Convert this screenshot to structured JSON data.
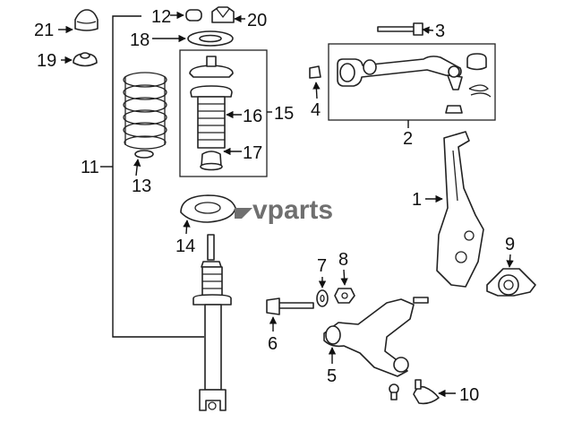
{
  "callouts": {
    "c1": "1",
    "c2": "2",
    "c3": "3",
    "c4": "4",
    "c5": "5",
    "c6": "6",
    "c7": "7",
    "c8": "8",
    "c9": "9",
    "c10": "10",
    "c11": "11",
    "c12": "12",
    "c13": "13",
    "c14": "14",
    "c15": "15",
    "c16": "16",
    "c17": "17",
    "c18": "18",
    "c19": "19",
    "c20": "20",
    "c21": "21"
  },
  "watermark": "vparts",
  "colors": {
    "line": "#222222",
    "background": "#ffffff",
    "watermark": "#6f6f6f"
  }
}
